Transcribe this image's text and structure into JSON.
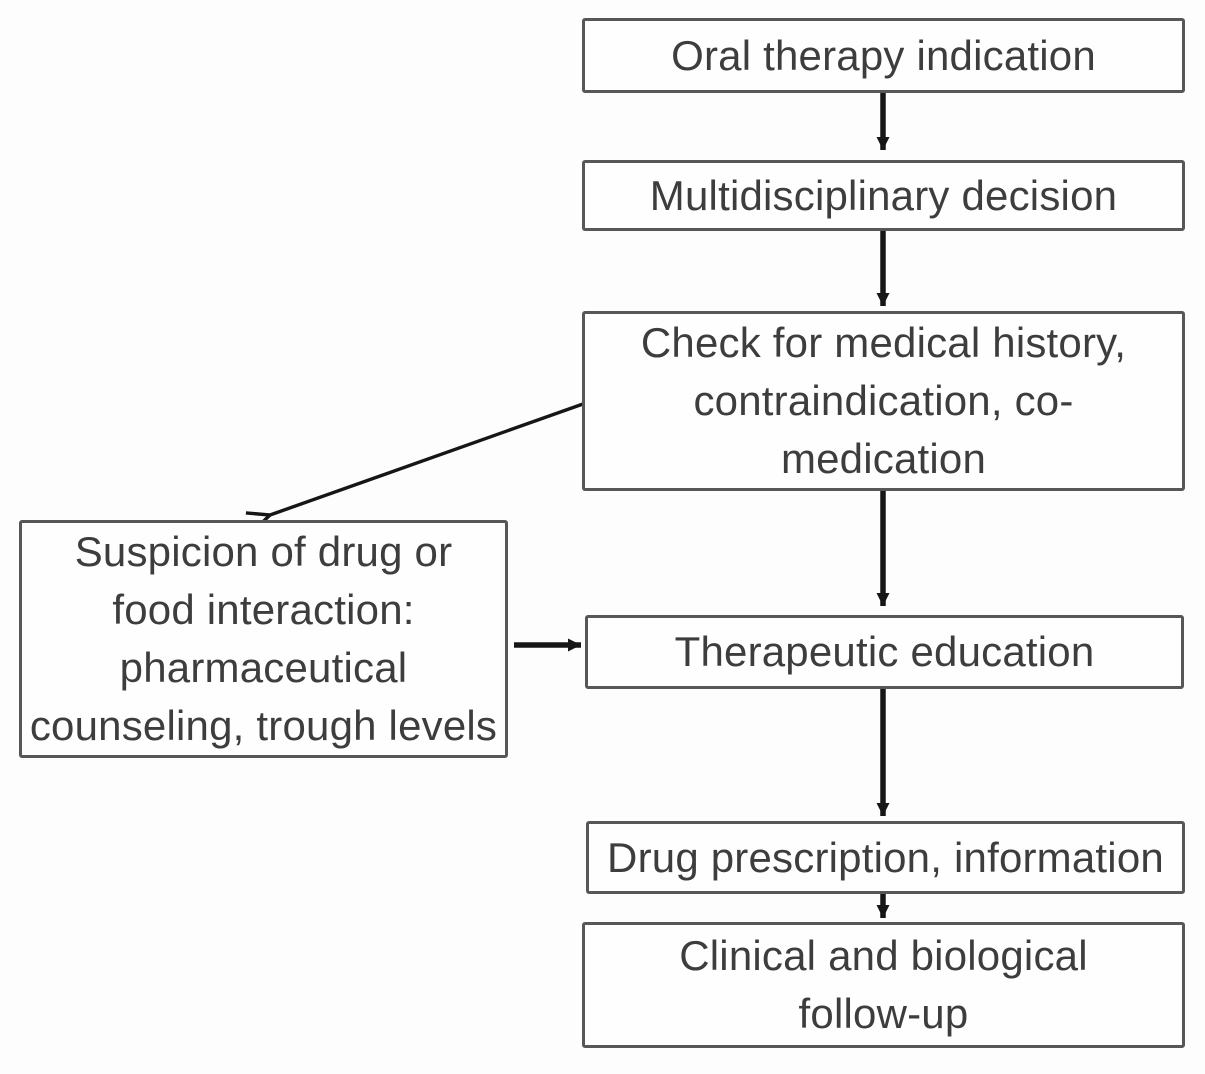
{
  "diagram": {
    "type": "flowchart",
    "background_color": "#fdfdfd",
    "box_border_color": "#575757",
    "text_color": "#3d3d3d",
    "arrow_color": "#161616",
    "nodes": [
      {
        "id": "oral-therapy-indication",
        "label": "Oral therapy indication"
      },
      {
        "id": "multidisciplinary-decision",
        "label": "Multidisciplinary decision"
      },
      {
        "id": "check-medical-history",
        "label": "Check for medical history,\ncontraindication, co-\nmedication"
      },
      {
        "id": "suspicion-interaction",
        "label": "Suspicion of drug or\nfood interaction:\npharmaceutical\ncounseling, trough levels"
      },
      {
        "id": "therapeutic-education",
        "label": "Therapeutic education"
      },
      {
        "id": "drug-prescription",
        "label": "Drug prescription, information"
      },
      {
        "id": "clinical-followup",
        "label": "Clinical and biological\nfollow-up"
      }
    ],
    "edges": [
      {
        "from": "oral-therapy-indication",
        "to": "multidisciplinary-decision"
      },
      {
        "from": "multidisciplinary-decision",
        "to": "check-medical-history"
      },
      {
        "from": "check-medical-history",
        "to": "suspicion-interaction"
      },
      {
        "from": "check-medical-history",
        "to": "therapeutic-education"
      },
      {
        "from": "suspicion-interaction",
        "to": "therapeutic-education"
      },
      {
        "from": "therapeutic-education",
        "to": "drug-prescription"
      },
      {
        "from": "drug-prescription",
        "to": "clinical-followup"
      }
    ]
  }
}
